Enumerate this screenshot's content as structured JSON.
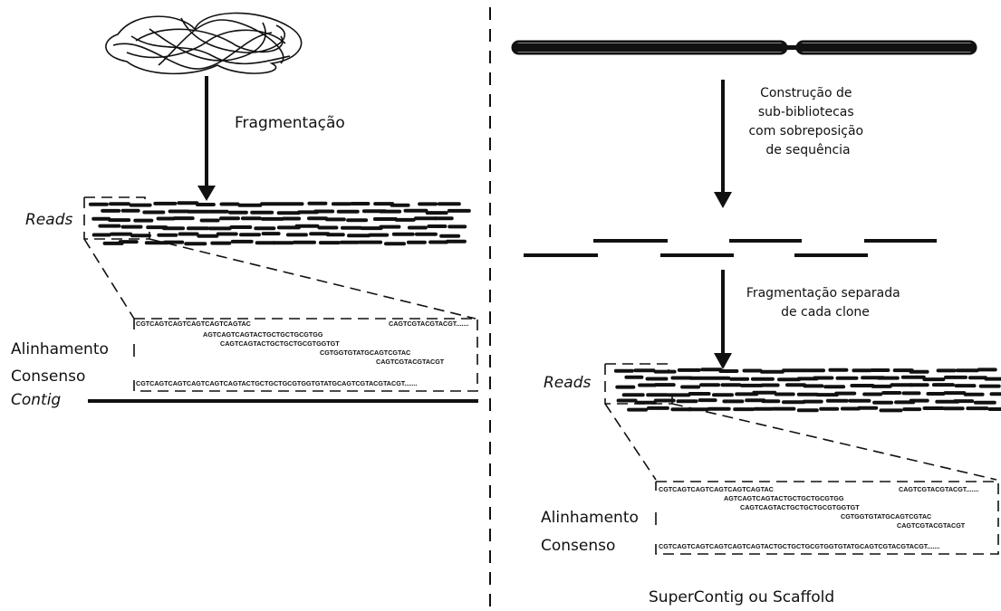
{
  "left": {
    "step_label": "Fragmentação",
    "reads_label": "Reads",
    "alignment_label": "Alinhamento",
    "consensus_label": "Consenso",
    "contig_label": "Contig",
    "alignment_rows": [
      "CGTCAGTCAGTCAGTCAGTCAGTAC",
      "CAGTCGTACGTACGT.......",
      "AGTCAGTCAGTACTGCTGCTGCGTGG",
      "CAGTCAGTACTGCTGCTGCGTGGTGT",
      "CGTGGTGTATGCAGTCGTAC",
      "CAGTCGTACGTACGT"
    ],
    "consensus_seq": "CGTCAGTCAGTCAGTCAGTCAGTACTGCTGCTGCGTGGTGTATGCAGTCGTACGTACGT......."
  },
  "right": {
    "step1_lines": [
      "Construção de",
      "sub-bibliotecas",
      "com sobreposição",
      "de sequência"
    ],
    "step2_lines": [
      "Fragmentação separada",
      "de cada clone"
    ],
    "reads_label": "Reads",
    "alignment_label": "Alinhamento",
    "consensus_label": "Consenso",
    "scaffold_label": "SuperContig ou Scaffold",
    "alignment_rows": [
      "CGTCAGTCAGTCAGTCAGTCAGTAC",
      "CAGTCGTACGTACGT.......",
      "AGTCAGTCAGTACTGCTGCTGCGTGG",
      "CAGTCAGTACTGCTGCTGCGTGGTGT",
      "CGTGGTGTATGCAGTCGTAC",
      "CAGTCGTACGTACGT"
    ],
    "consensus_seq": "CGTCAGTCAGTCAGTCAGTCAGTACTGCTGCTGCGTGGTGTATGCAGTCGTACGTACGT......."
  }
}
